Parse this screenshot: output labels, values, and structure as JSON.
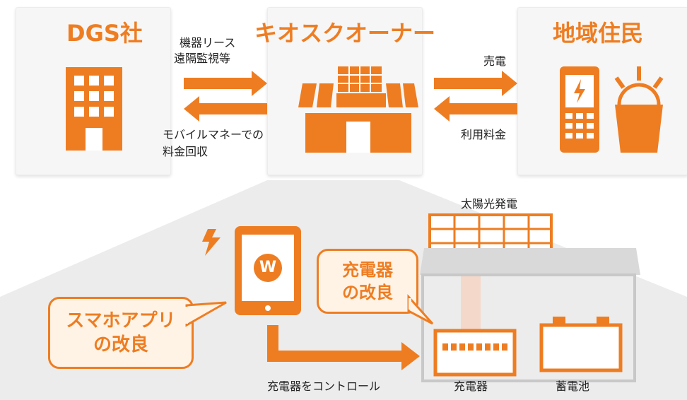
{
  "parties": {
    "dgs": {
      "title": "DGS社",
      "icon": "office-building-icon"
    },
    "kiosk": {
      "title": "キオスクオーナー",
      "icon": "kiosk-shop-icon"
    },
    "residents": {
      "title": "地域住民",
      "icon": "phone-and-lamp-icon"
    }
  },
  "flows": {
    "to_kiosk_line1": "機器リース",
    "to_kiosk_line2": "遠隔監視等",
    "from_kiosk_line1": "モバイルマネーでの",
    "from_kiosk_line2": "料金回収",
    "sale": "売電",
    "fee": "利用料金"
  },
  "detail": {
    "solar_label": "太陽光発電",
    "charger_label": "充電器",
    "battery_label": "蓄電池",
    "control_label": "充電器をコントロール",
    "app_bubble_line1": "スマホアプリ",
    "app_bubble_line2": "の改良",
    "charger_bubble_line1": "充電器",
    "charger_bubble_line2": "の改良",
    "tablet_logo": "W"
  },
  "colors": {
    "accent": "#ee7d22",
    "card_bg": "#f6f6f6",
    "funnel_bg": "#e9e9e9",
    "text": "#222222"
  }
}
